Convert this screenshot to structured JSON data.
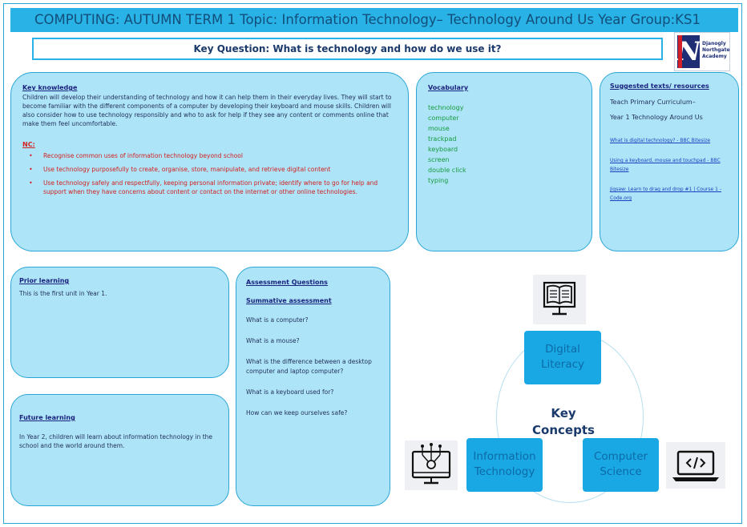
{
  "header": {
    "title": "COMPUTING: AUTUMN TERM   1  Topic: Information Technology– Technology Around Us  Year Group:KS1"
  },
  "key_question": "Key Question: What is technology and how do we use it?",
  "logo": {
    "letter": "N",
    "lines": [
      "Djanogly",
      "Northgate",
      "Academy"
    ]
  },
  "key_knowledge": {
    "heading": "Key knowledge",
    "body": "Children will develop their understanding of technology and how it can help them in their everyday lives. They will start to become familiar with the different components of a computer by developing their keyboard and mouse skills. Children will also consider how to use technology responsibly and who to ask for help if they see any content or comments online that make them feel uncomfortable.",
    "nc_heading": "NC:",
    "nc_items": [
      "Recognise common uses of information technology beyond school",
      "Use technology purposefully to create, organise, store, manipulate, and retrieve digital content",
      "Use technology safely and respectfully, keeping personal information private; identify where to go for help and support when they have concerns about content or contact on the internet or other online technologies."
    ]
  },
  "vocabulary": {
    "heading": "Vocabulary",
    "words": [
      "technology",
      "computer",
      "mouse",
      "trackpad",
      "keyboard",
      "screen",
      "double click",
      "typing"
    ]
  },
  "resources": {
    "heading": "Suggested texts/ resources",
    "intro": [
      "Teach Primary Curriculum–",
      "Year 1 Technology Around Us"
    ],
    "links": [
      "What is digital technology? - BBC Bitesize",
      "Using a keyboard, mouse and touchpad - BBC Bitesize",
      "Jigsaw: Learn to drag and drop #1 | Course 1 - Code.org"
    ]
  },
  "prior_learning": {
    "heading": "Prior learning",
    "body": "This is the first unit in Year 1."
  },
  "future_learning": {
    "heading": "Future learning",
    "body": "In Year 2, children will learn about information technology in the school and the world around them."
  },
  "assessment": {
    "heading": "Assessment Questions",
    "subheading": "Summative assessment",
    "questions": [
      "What is a computer?",
      "What is a mouse?",
      "What is the difference between a desktop computer and laptop computer?",
      "What is a keyboard used for?",
      "How can we keep ourselves safe?"
    ]
  },
  "key_concepts": {
    "title_line1": "Key",
    "title_line2": "Concepts",
    "digital": [
      "Digital",
      "Literacy"
    ],
    "info": [
      "Information",
      "Technology"
    ],
    "cs": [
      "Computer",
      "Science"
    ]
  },
  "colors": {
    "accent": "#29b2e6",
    "panel": "#aee4f7",
    "concept_box": "#19a8e3",
    "nc_red": "#d22020",
    "vocab_green": "#149a3c"
  },
  "icons": [
    "digital-literacy-icon",
    "information-technology-icon",
    "computer-science-icon"
  ]
}
